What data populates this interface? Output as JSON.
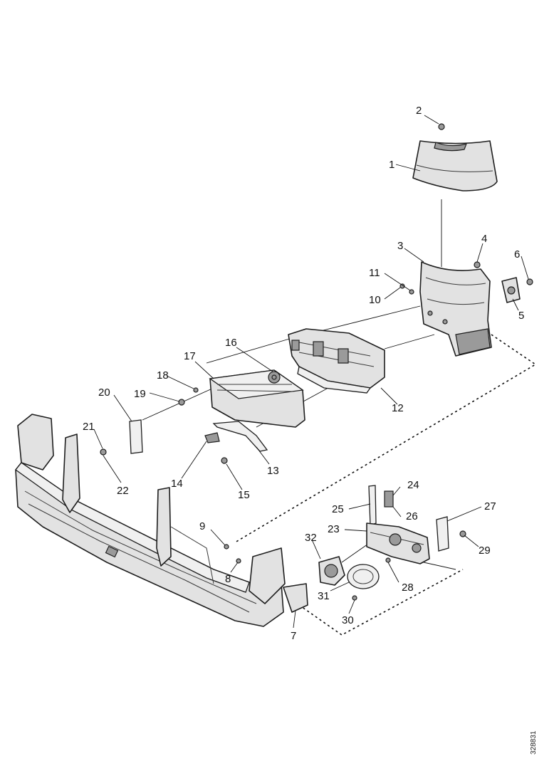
{
  "diagram": {
    "callouts": [
      "1",
      "2",
      "3",
      "4",
      "5",
      "6",
      "7",
      "8",
      "9",
      "10",
      "11",
      "12",
      "13",
      "14",
      "15",
      "16",
      "17",
      "18",
      "19",
      "20",
      "21",
      "22",
      "23",
      "24",
      "25",
      "26",
      "27",
      "28",
      "29",
      "30",
      "31",
      "32"
    ],
    "reference_code": "328831"
  }
}
